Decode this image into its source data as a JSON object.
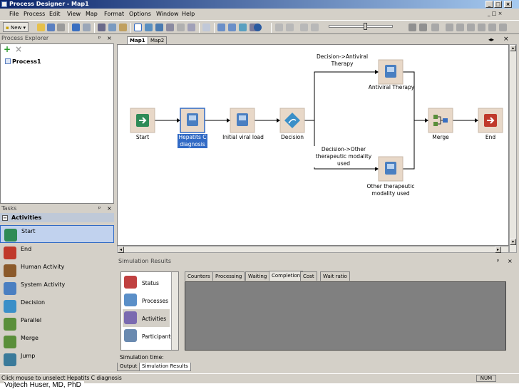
{
  "window": {
    "title": "Process Designer - Map1",
    "controls": {
      "minimize": "_",
      "maximize": "□",
      "close": "×"
    }
  },
  "menu": {
    "items": [
      "File",
      "Process",
      "Edit",
      "View",
      "Map",
      "Format",
      "Options",
      "Window",
      "Help"
    ],
    "right_controls": "_ □ ×"
  },
  "toolbar": {
    "new_label": "New"
  },
  "explorer": {
    "title": "Process Explorer",
    "pin": "ᵖ",
    "close": "×",
    "add_icon": "+",
    "remove_icon": "×",
    "process_item": "Process1"
  },
  "tasks": {
    "title": "Tasks",
    "group": "Activities",
    "group_toggle": "−",
    "items": [
      {
        "label": "Start",
        "color": "#2e8b57"
      },
      {
        "label": "End",
        "color": "#c0392b"
      },
      {
        "label": "Human Activity",
        "color": "#8b5a2b"
      },
      {
        "label": "System Activity",
        "color": "#4a7fc1"
      },
      {
        "label": "Decision",
        "color": "#3a8fc8"
      },
      {
        "label": "Parallel",
        "color": "#5a8f3a"
      },
      {
        "label": "Merge",
        "color": "#5a8f3a"
      },
      {
        "label": "Jump",
        "color": "#3a7a9a"
      }
    ]
  },
  "map": {
    "tabs": [
      "Map1",
      "Map2"
    ],
    "nodes": {
      "start": "Start",
      "hepatitis_l1": "Hepatits C",
      "hepatitis_l2": "diagnosis",
      "initial": "Initial viral load",
      "decision": "Decision",
      "antiviral": "Antiviral Therapy",
      "other_l1": "Other therapeutic",
      "other_l2": "modality used",
      "merge": "Merge",
      "end": "End"
    },
    "edges": {
      "antiviral_l1": "Decision->Antiviral",
      "antiviral_l2": "Therapy",
      "other_l1": "Decision->Other",
      "other_l2": "therapeutic modality",
      "other_l3": "used"
    }
  },
  "simulation": {
    "title": "Simulation Results",
    "list": [
      "Status",
      "Processes",
      "Activities",
      "Participants"
    ],
    "tabs": [
      "Counters",
      "Processing",
      "Waiting",
      "Completion",
      "Cost",
      "Wait ratio"
    ],
    "active_tab": "Completion",
    "time_label": "Simulation time:"
  },
  "bottom_tabs": [
    "Output",
    "Simulation Results"
  ],
  "status": {
    "text": "Click mouse to unselect Hepatits C diagnosis",
    "num": "NUM"
  },
  "credit": "Vojtech Huser, MD, PhD"
}
